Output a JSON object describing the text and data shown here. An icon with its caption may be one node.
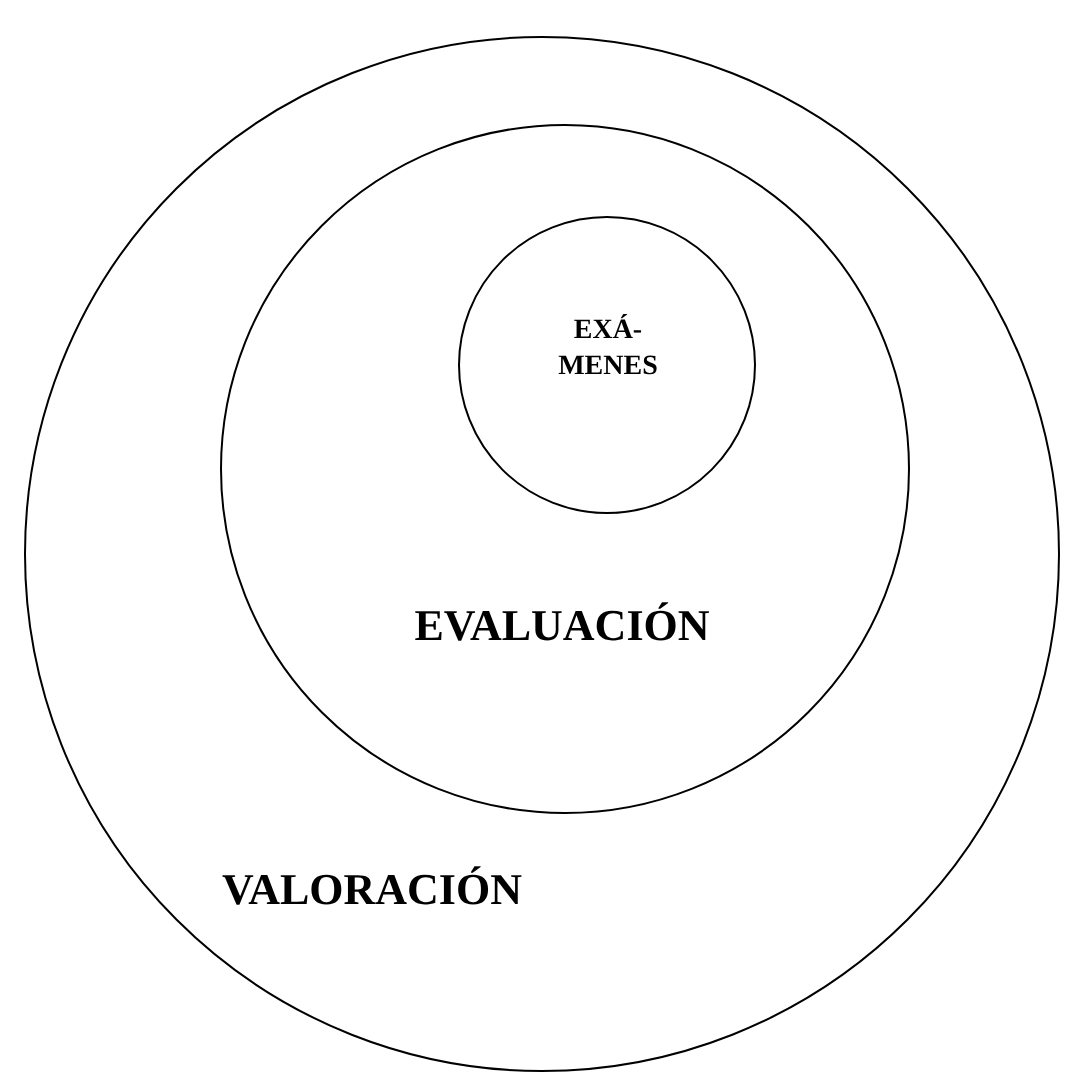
{
  "diagram": {
    "nodes": [
      {
        "text": [
          "VALORACIÓN"
        ]
      },
      {
        "text": [
          "EVALUACIÓN"
        ],
        "in": 0
      },
      {
        "text": [
          "EXÁ- MENES"
        ],
        "in": 1
      }
    ]
  }
}
